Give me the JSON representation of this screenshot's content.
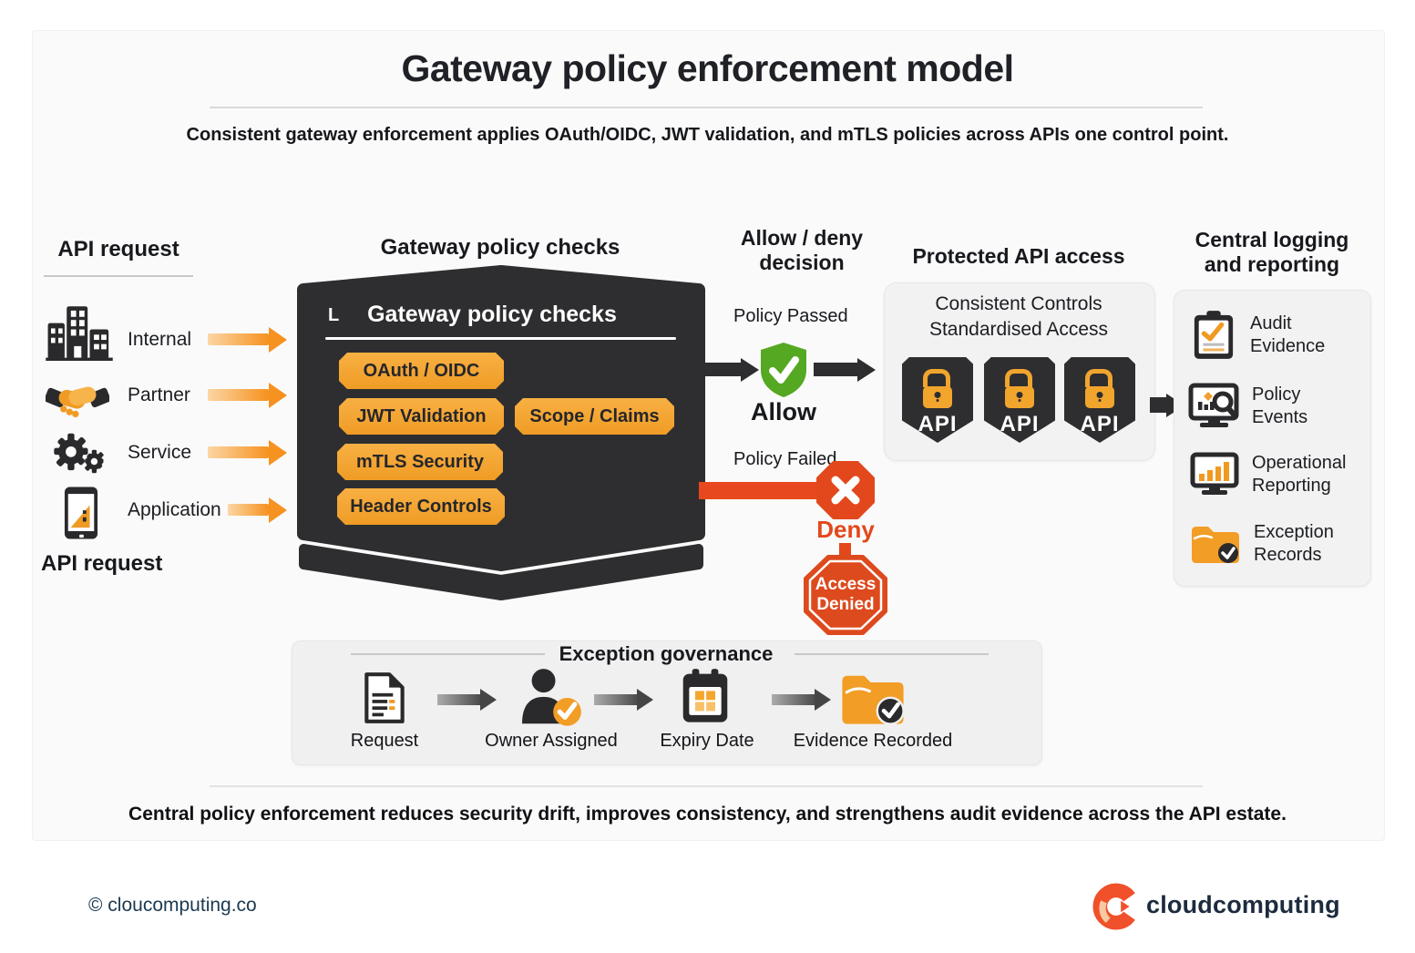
{
  "title": "Gateway policy enforcement model",
  "subtitle": "Consistent gateway enforcement applies OAuth/OIDC, JWT validation, and mTLS policies across APIs one control point.",
  "sources": {
    "heading": "API request",
    "footer_label": "API request",
    "items": [
      {
        "label": "Internal",
        "icon": "building-icon"
      },
      {
        "label": "Partner",
        "icon": "handshake-icon"
      },
      {
        "label": "Service",
        "icon": "gears-icon"
      },
      {
        "label": "Application",
        "icon": "mobile-app-icon"
      }
    ]
  },
  "gateway": {
    "heading": "Gateway policy checks",
    "panel_badge": "L",
    "panel_title": "Gateway policy checks",
    "checks": [
      "OAuth / OIDC",
      "JWT Validation",
      "Scope / Claims",
      "mTLS Security",
      "Header Controls"
    ]
  },
  "decision": {
    "heading": "Allow / deny decision",
    "passed_label": "Policy Passed",
    "allow_label": "Allow",
    "failed_label": "Policy Failed",
    "deny_label": "Deny",
    "denied_label": "Access Denied"
  },
  "protected": {
    "heading": "Protected API access",
    "line1": "Consistent Controls",
    "line2": "Standardised Access",
    "api_label": "API"
  },
  "logging": {
    "heading": "Central logging and reporting",
    "items": [
      {
        "label": "Audit Evidence",
        "icon": "clipboard-check-icon"
      },
      {
        "label": "Policy Events",
        "icon": "monitor-search-icon"
      },
      {
        "label": "Operational Reporting",
        "icon": "monitor-chart-icon"
      },
      {
        "label": "Exception Records",
        "icon": "folder-check-icon"
      }
    ]
  },
  "governance": {
    "heading": "Exception governance",
    "steps": [
      {
        "label": "Request",
        "icon": "document-icon"
      },
      {
        "label": "Owner Assigned",
        "icon": "person-check-icon"
      },
      {
        "label": "Expiry Date",
        "icon": "calendar-icon"
      },
      {
        "label": "Evidence Recorded",
        "icon": "folder-check-icon"
      }
    ]
  },
  "footnote": "Central policy enforcement reduces security drift, improves consistency, and strengthens audit evidence across the API estate.",
  "footer": {
    "copyright": "© cloucomputing.co",
    "brand": "cloudcomputing"
  },
  "colors": {
    "orange": "#F2A52D",
    "orange_arrow": "#F69220",
    "dark": "#2E2E30",
    "green": "#55A822",
    "red": "#E2481C",
    "navy": "#1C2E44"
  }
}
